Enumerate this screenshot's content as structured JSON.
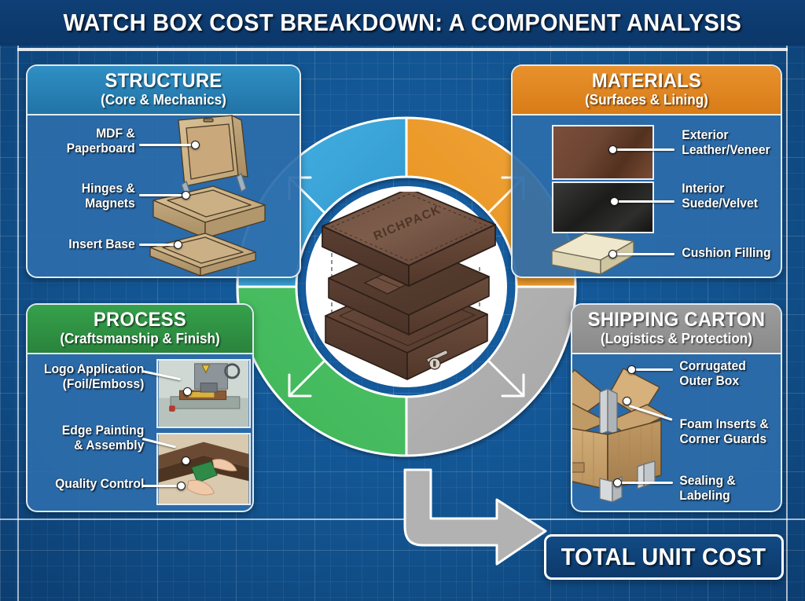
{
  "header": {
    "title": "WATCH BOX COST BREAKDOWN: A COMPONENT ANALYSIS"
  },
  "center": {
    "brand": "RICHPACK",
    "hub_label": "exploded-watch-box"
  },
  "colors": {
    "background_blue": "#12538f",
    "structure": "#2f8fc4",
    "materials": "#e8912c",
    "process": "#35a14b",
    "shipping": "#9d9d9d",
    "panel_fill": "#2c6caa",
    "outline_white": "#ffffff",
    "total_box": "#124a84"
  },
  "quadrants": [
    {
      "id": "structure",
      "title": "STRUCTURE",
      "subtitle": "(Core & Mechanics)",
      "accent": "#2f8fc4",
      "items": [
        {
          "label": "MDF &\nPaperboard"
        },
        {
          "label": "Hinges &\nMagnets"
        },
        {
          "label": "Insert Base"
        }
      ]
    },
    {
      "id": "materials",
      "title": "MATERIALS",
      "subtitle": "(Surfaces & Lining)",
      "accent": "#e8912c",
      "items": [
        {
          "label": "Exterior\nLeather/Veneer"
        },
        {
          "label": "Interior\nSuede/Velvet"
        },
        {
          "label": "Cushion Filling"
        }
      ]
    },
    {
      "id": "process",
      "title": "PROCESS",
      "subtitle": "(Craftsmanship & Finish)",
      "accent": "#35a14b",
      "items": [
        {
          "label": "Logo Application\n(Foil/Emboss)"
        },
        {
          "label": "Edge Painting\n& Assembly"
        },
        {
          "label": "Quality Control"
        }
      ]
    },
    {
      "id": "shipping",
      "title": "SHIPPING CARTON",
      "subtitle": "(Logistics & Protection)",
      "accent": "#9d9d9d",
      "items": [
        {
          "label": "Corrugated\nOuter Box"
        },
        {
          "label": "Foam Inserts &\nCorner Guards"
        },
        {
          "label": "Sealing &\nLabeling"
        }
      ]
    }
  ],
  "footer": {
    "total_label": "TOTAL UNIT COST"
  }
}
